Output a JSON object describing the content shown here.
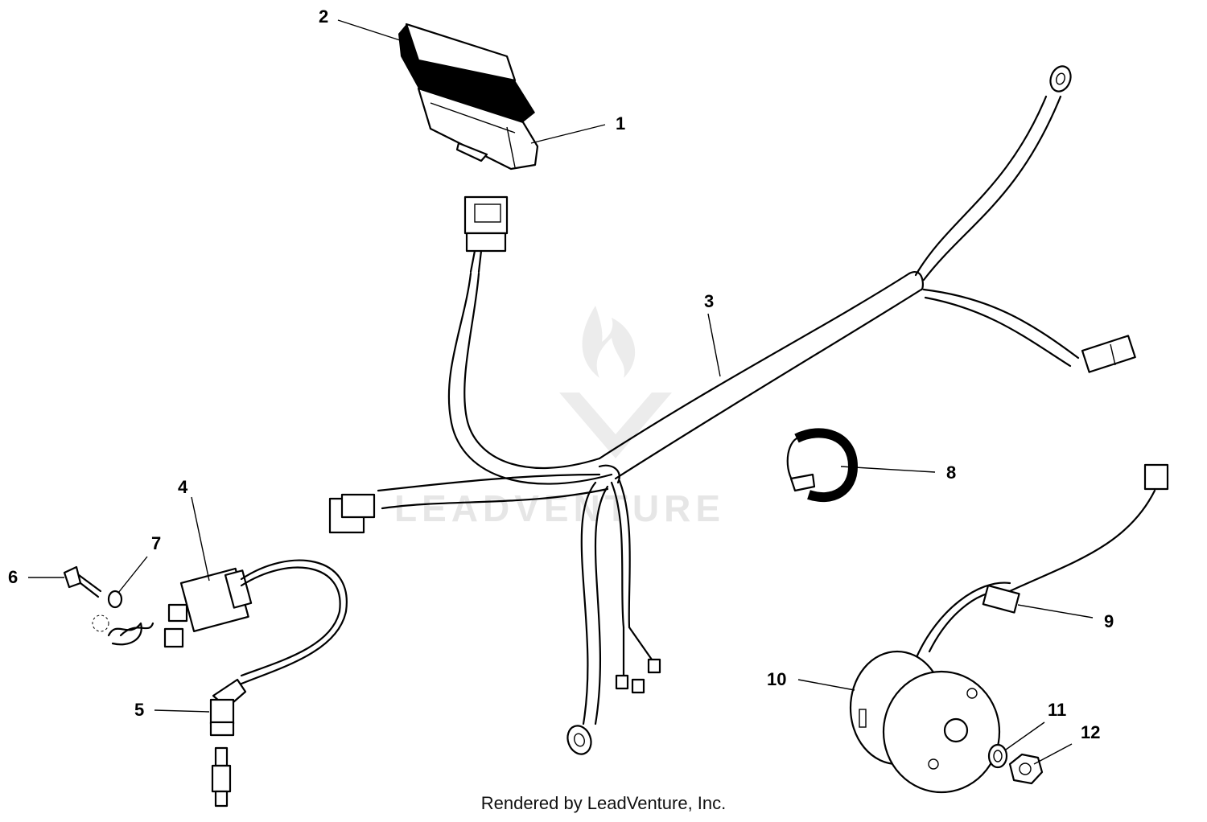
{
  "diagram": {
    "callouts": [
      {
        "id": "1",
        "text": "1"
      },
      {
        "id": "2",
        "text": "2"
      },
      {
        "id": "3",
        "text": "3"
      },
      {
        "id": "4",
        "text": "4"
      },
      {
        "id": "5",
        "text": "5"
      },
      {
        "id": "6",
        "text": "6"
      },
      {
        "id": "7",
        "text": "7"
      },
      {
        "id": "8",
        "text": "8"
      },
      {
        "id": "9",
        "text": "9"
      },
      {
        "id": "10",
        "text": "10"
      },
      {
        "id": "11",
        "text": "11"
      },
      {
        "id": "12",
        "text": "12"
      }
    ],
    "watermark_text": "LEADVENTURE",
    "footer": "Rendered by LeadVenture, Inc."
  }
}
